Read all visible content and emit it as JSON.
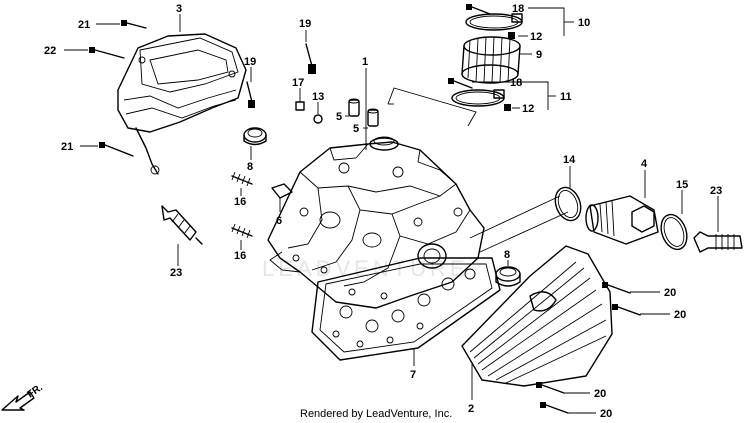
{
  "callouts": {
    "c3": "3",
    "c21a": "21",
    "c22": "22",
    "c21b": "21",
    "c19a": "19",
    "c8a": "8",
    "c16a": "16",
    "c16b": "16",
    "c23a": "23",
    "c19b": "19",
    "c17": "17",
    "c13": "13",
    "c1": "1",
    "c5a": "5",
    "c5b": "5",
    "c6": "6",
    "c18a": "18",
    "c10": "10",
    "c12a": "12",
    "c9": "9",
    "c18b": "18",
    "c11": "11",
    "c12b": "12",
    "c14": "14",
    "c4": "4",
    "c15": "15",
    "c23b": "23",
    "c8b": "8",
    "c20a": "20",
    "c20b": "20",
    "c7": "7",
    "c2": "2",
    "c20c": "20",
    "c20d": "20"
  },
  "footer": {
    "text": "Rendered by LeadVenture, Inc."
  },
  "direction": {
    "label": "FR."
  }
}
